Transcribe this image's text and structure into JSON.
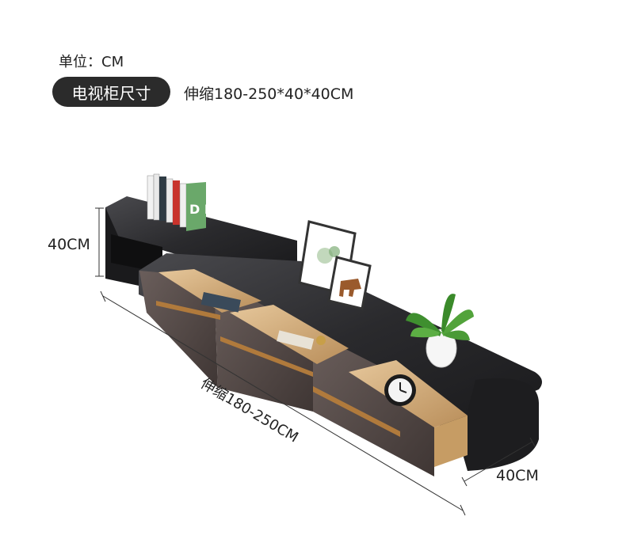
{
  "header": {
    "unit_label": "单位：CM",
    "size_tag": "电视柜尺寸",
    "size_spec": "伸缩180-250*40*40CM"
  },
  "dimensions": {
    "height_label": "40CM",
    "length_label": "伸缩180-250CM",
    "depth_label": "40CM"
  },
  "book_cover_text": "D R",
  "colors": {
    "cabinet_top": "#2a2a2c",
    "cabinet_body": "#1f1f21",
    "drawer_wood": "#5b4f4c",
    "brass_strip": "#b07a3c",
    "inner_wood": "#d8b688",
    "dimension_line": "#333333"
  }
}
